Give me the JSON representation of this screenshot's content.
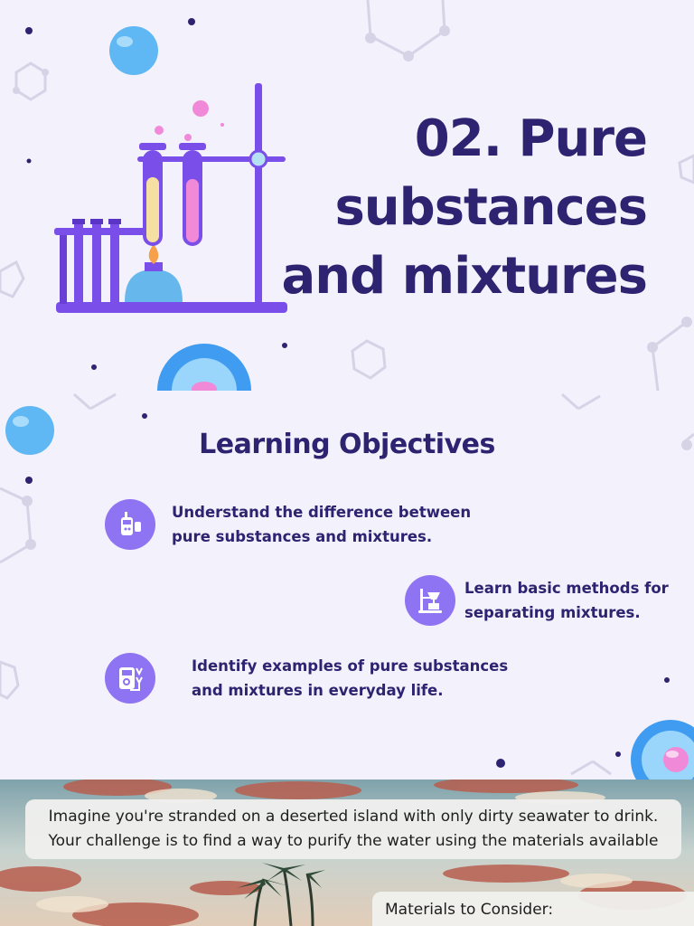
{
  "slide1": {
    "title_lines": [
      "02. Pure",
      "substances",
      "and mixtures"
    ],
    "illustration": "lab-equipment-illustration"
  },
  "slide2": {
    "heading": "Learning Objectives",
    "objectives": [
      {
        "line1": "Understand the difference between",
        "line2": "pure substances and mixtures.",
        "icon": "walkie-talkie-icon"
      },
      {
        "line1": "Learn basic methods for",
        "line2": "separating mixtures.",
        "icon": "filtration-stand-icon"
      },
      {
        "line1": "Identify examples of pure substances",
        "line2": "and mixtures in everyday life.",
        "icon": "lab-meter-icon"
      }
    ]
  },
  "slide3": {
    "scenario_line1": "Imagine you're stranded on a deserted island with only dirty seawater to drink.",
    "scenario_line2": "Your challenge is to find a way to purify the water using the materials available",
    "materials_label": "Materials to Consider:"
  },
  "colors": {
    "background": "#f3f1fc",
    "title": "#2d2370",
    "accent": "#8e73f2",
    "purple_dark": "#7a4ee8",
    "bubble_blue": "#5fb8f3"
  }
}
